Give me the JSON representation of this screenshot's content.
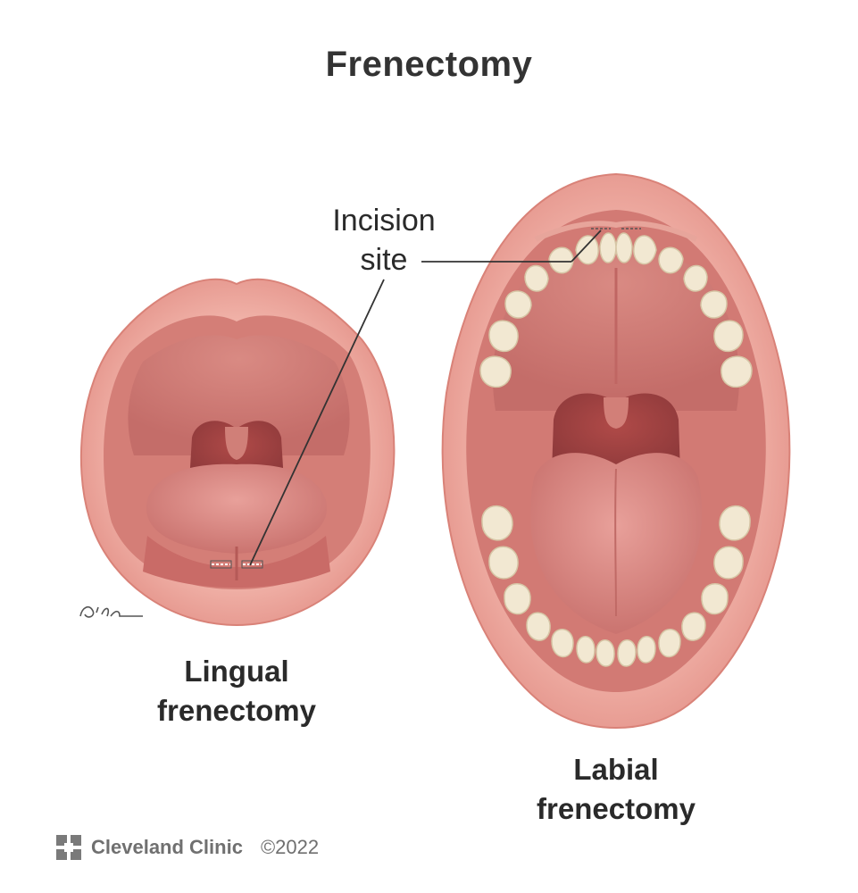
{
  "title": "Frenectomy",
  "annotation": {
    "line1": "Incision",
    "line2": "site"
  },
  "lingual": {
    "line1": "Lingual",
    "line2": "frenectomy"
  },
  "labial": {
    "line1": "Labial",
    "line2": "frenectomy"
  },
  "footer": {
    "brand": "Cleveland Clinic",
    "copyright": "©2022"
  },
  "icons": {
    "logo": "cleveland-clinic-logo-icon",
    "signature": "artist-signature-icon"
  },
  "colors": {
    "lip": "#e9a197",
    "lip_dark": "#d97f75",
    "mouth_inner": "#c9706a",
    "cavity": "#b0504c",
    "tongue": "#d98883",
    "teeth": "#f0e6d0",
    "gums": "#e19a90"
  }
}
